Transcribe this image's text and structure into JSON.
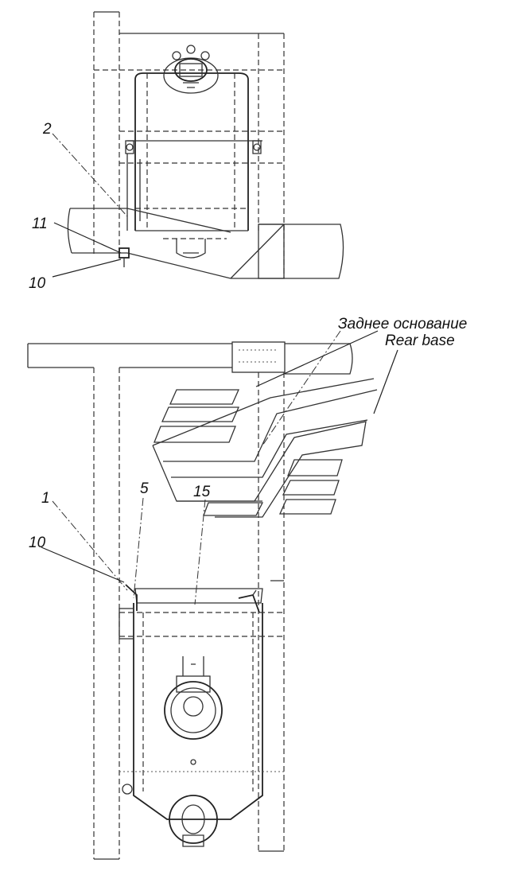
{
  "top_view": {
    "callouts": [
      "2",
      "11",
      "10"
    ]
  },
  "bottom_view": {
    "caption_ru": "Заднее основание",
    "caption_en": "Rear base",
    "callouts": [
      "1",
      "5",
      "15",
      "10"
    ]
  }
}
